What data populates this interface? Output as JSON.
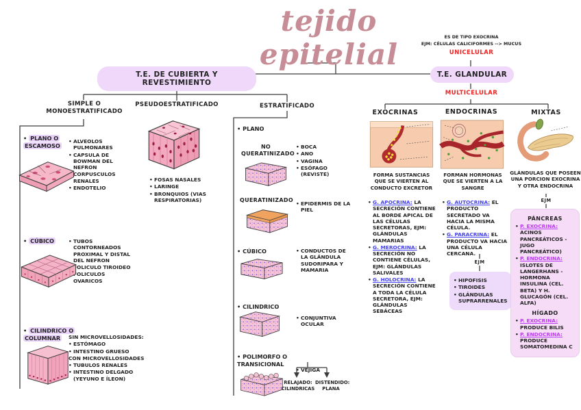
{
  "title": "tejido epitelial",
  "colors": {
    "accent_red": "#ee2525",
    "pill_bg": "#efd8fa",
    "highlight_bg": "#e8d2f7",
    "term_blue": "#4340ef",
    "term_magenta": "#bb3bf2",
    "title_rose": "#c78d96",
    "box_lavender": "#eedafa",
    "box_pink": "#f7dcf8"
  },
  "cubierta": {
    "pill": "T.E. DE CUBIERTA Y REVESTIMIENTO",
    "branch_simple": "SIMPLE O MONOESTRATIFICADO",
    "branch_pseudo": "PSEUDOESTRATIFICADO",
    "branch_estrat": "ESTRATIFICADO",
    "simple": {
      "plano": {
        "header": "PLANO O ESCAMOSO",
        "items": [
          "ALVEOLOS PULMONARES",
          "CAPSULA DE BOWMAN DEL NEFRON",
          "CORPUSCULOS RENALES",
          "ENDOTELIO"
        ]
      },
      "cubico": {
        "header": "CÚBICO",
        "items": [
          "TUBOS CONTORNEADOS PROXIMAL Y DISTAL DEL NEFRON",
          "FOLICULO TIROIDEO",
          "FOLICULOS OVARICOS"
        ]
      },
      "cilindrico": {
        "header": "CILINDRICO O COLUMNAR",
        "note_sin": "SIN MICROVELLOSIDADES:",
        "items_sin": [
          "ESTÓMAGO",
          "INTESTINO GRUESO"
        ],
        "note_con": "CON MICROVELLOSIDADES",
        "items_con": [
          "TUBULOS RENALES",
          "INTESTINO DELGADO (YEYUNO E ÍLEON)"
        ]
      }
    },
    "pseudo": {
      "items": [
        "FOSAS NASALES",
        "LARINGE",
        "BRONQUIOS (VIAS RESPIRATORIAS)"
      ]
    },
    "estrat": {
      "plano_header": "PLANO",
      "no_querat_label": "NO QUERATINIZADO",
      "no_querat_items": [
        "BOCA",
        "ANO",
        "VAGINA",
        "ESÓFAGO (REVISTE)"
      ],
      "querat_label": "QUERATINIZADO",
      "querat_items": [
        "EPIDERMIS DE LA PIEL"
      ],
      "cubico_header": "CÚBICO",
      "cubico_items": [
        "CONDUCTOS DE LA GLÁNDULA SUDORIPARA Y MAMARIA"
      ],
      "cilindrico_header": "CILINDRICO",
      "cilindrico_items": [
        "CONJUNTIVA OCULAR"
      ],
      "polimorfo_header": "POLIMORFO O TRANSICIONAL",
      "vejiga_label": "VEJIGA",
      "relajado": "RELAJADO: CILINDRICAS",
      "distendido": "DISTENDIDO: PLANA"
    }
  },
  "glandular": {
    "note_line1": "ES DE TIPO EXOCRINA",
    "note_line2": "EJM: CÉLULAS CALICIFORMES --> MUCUS",
    "unicelular": "UNICELULAR",
    "pill": "T.E. GLANDULAR",
    "multicelular": "MULTICELULAR",
    "exocrinas": {
      "header": "EXOCRINAS",
      "caption": "FORMA SUSTANCIAS QUE SE VIERTEN AL CONDUCTO EXCRETOR",
      "items": [
        {
          "term": "G. APOCRINA:",
          "desc": "LA SECRECIÓN CONTIENE AL BORDE APICAL DE LAS CÉLULAS SECRETORAS, EJM: GLÁNDULAS MAMARIAS"
        },
        {
          "term": "G. MEROCRINA:",
          "desc": "LA SECRECIÓN NO CONTIENE CÉLULAS, EJM: GLÁNDULAS SALIVALES"
        },
        {
          "term": "G. HOLOCRINA:",
          "desc": "LA SECRECIÓN CONTIENE A TODA LA CÉLULA SECRETORA, EJM: GLÁNDULAS SEBÁCEAS"
        }
      ]
    },
    "endocrinas": {
      "header": "ENDOCRINAS",
      "caption": "FORMAN HORMONAS QUE SE VIERTEN A LA SANGRE",
      "items": [
        {
          "term": "G. AUTOCRINA:",
          "desc": "EL PRODUCTO SECRETADO VA HACIA LA MISMA CÉLULA."
        },
        {
          "term": "G. PARACRINA:",
          "desc": "EL PRODUCTO VA HACIA UNA CÉLULA CERCANA."
        }
      ],
      "ejm_label": "EJM",
      "box_items": [
        "HIPOFISIS",
        "TIROIDES",
        "GLÁNDULAS SUPRARRENALES"
      ]
    },
    "mixtas": {
      "header": "MIXTAS",
      "caption": "GLÁNDULAS QUE POSEEN UNA PORCION EXOCRINA Y OTRA ENDOCRINA",
      "ejm_label": "EJM",
      "pancreas_title": "PÁNCREAS",
      "pancreas_items": [
        {
          "term": "P. EXOCRINA:",
          "desc": "ACINOS PANCREÁTICOS - JUGO PANCREÁTICO)"
        },
        {
          "term": "P. ENDOCRINA:",
          "desc": "ISLOTES DE LANGERHANS - HORMONA INSULINA (CEL. BETA) Y H. GLUCAGÓN (CEL. ALFA)"
        }
      ],
      "higado_title": "HÍGADO",
      "higado_items": [
        {
          "term": "P. EXOCRINA:",
          "desc": "PRODUCE BILIS"
        },
        {
          "term": "P. ENDOCRINA:",
          "desc": "PRODUCE SOMATOMEDINA C"
        }
      ]
    }
  }
}
